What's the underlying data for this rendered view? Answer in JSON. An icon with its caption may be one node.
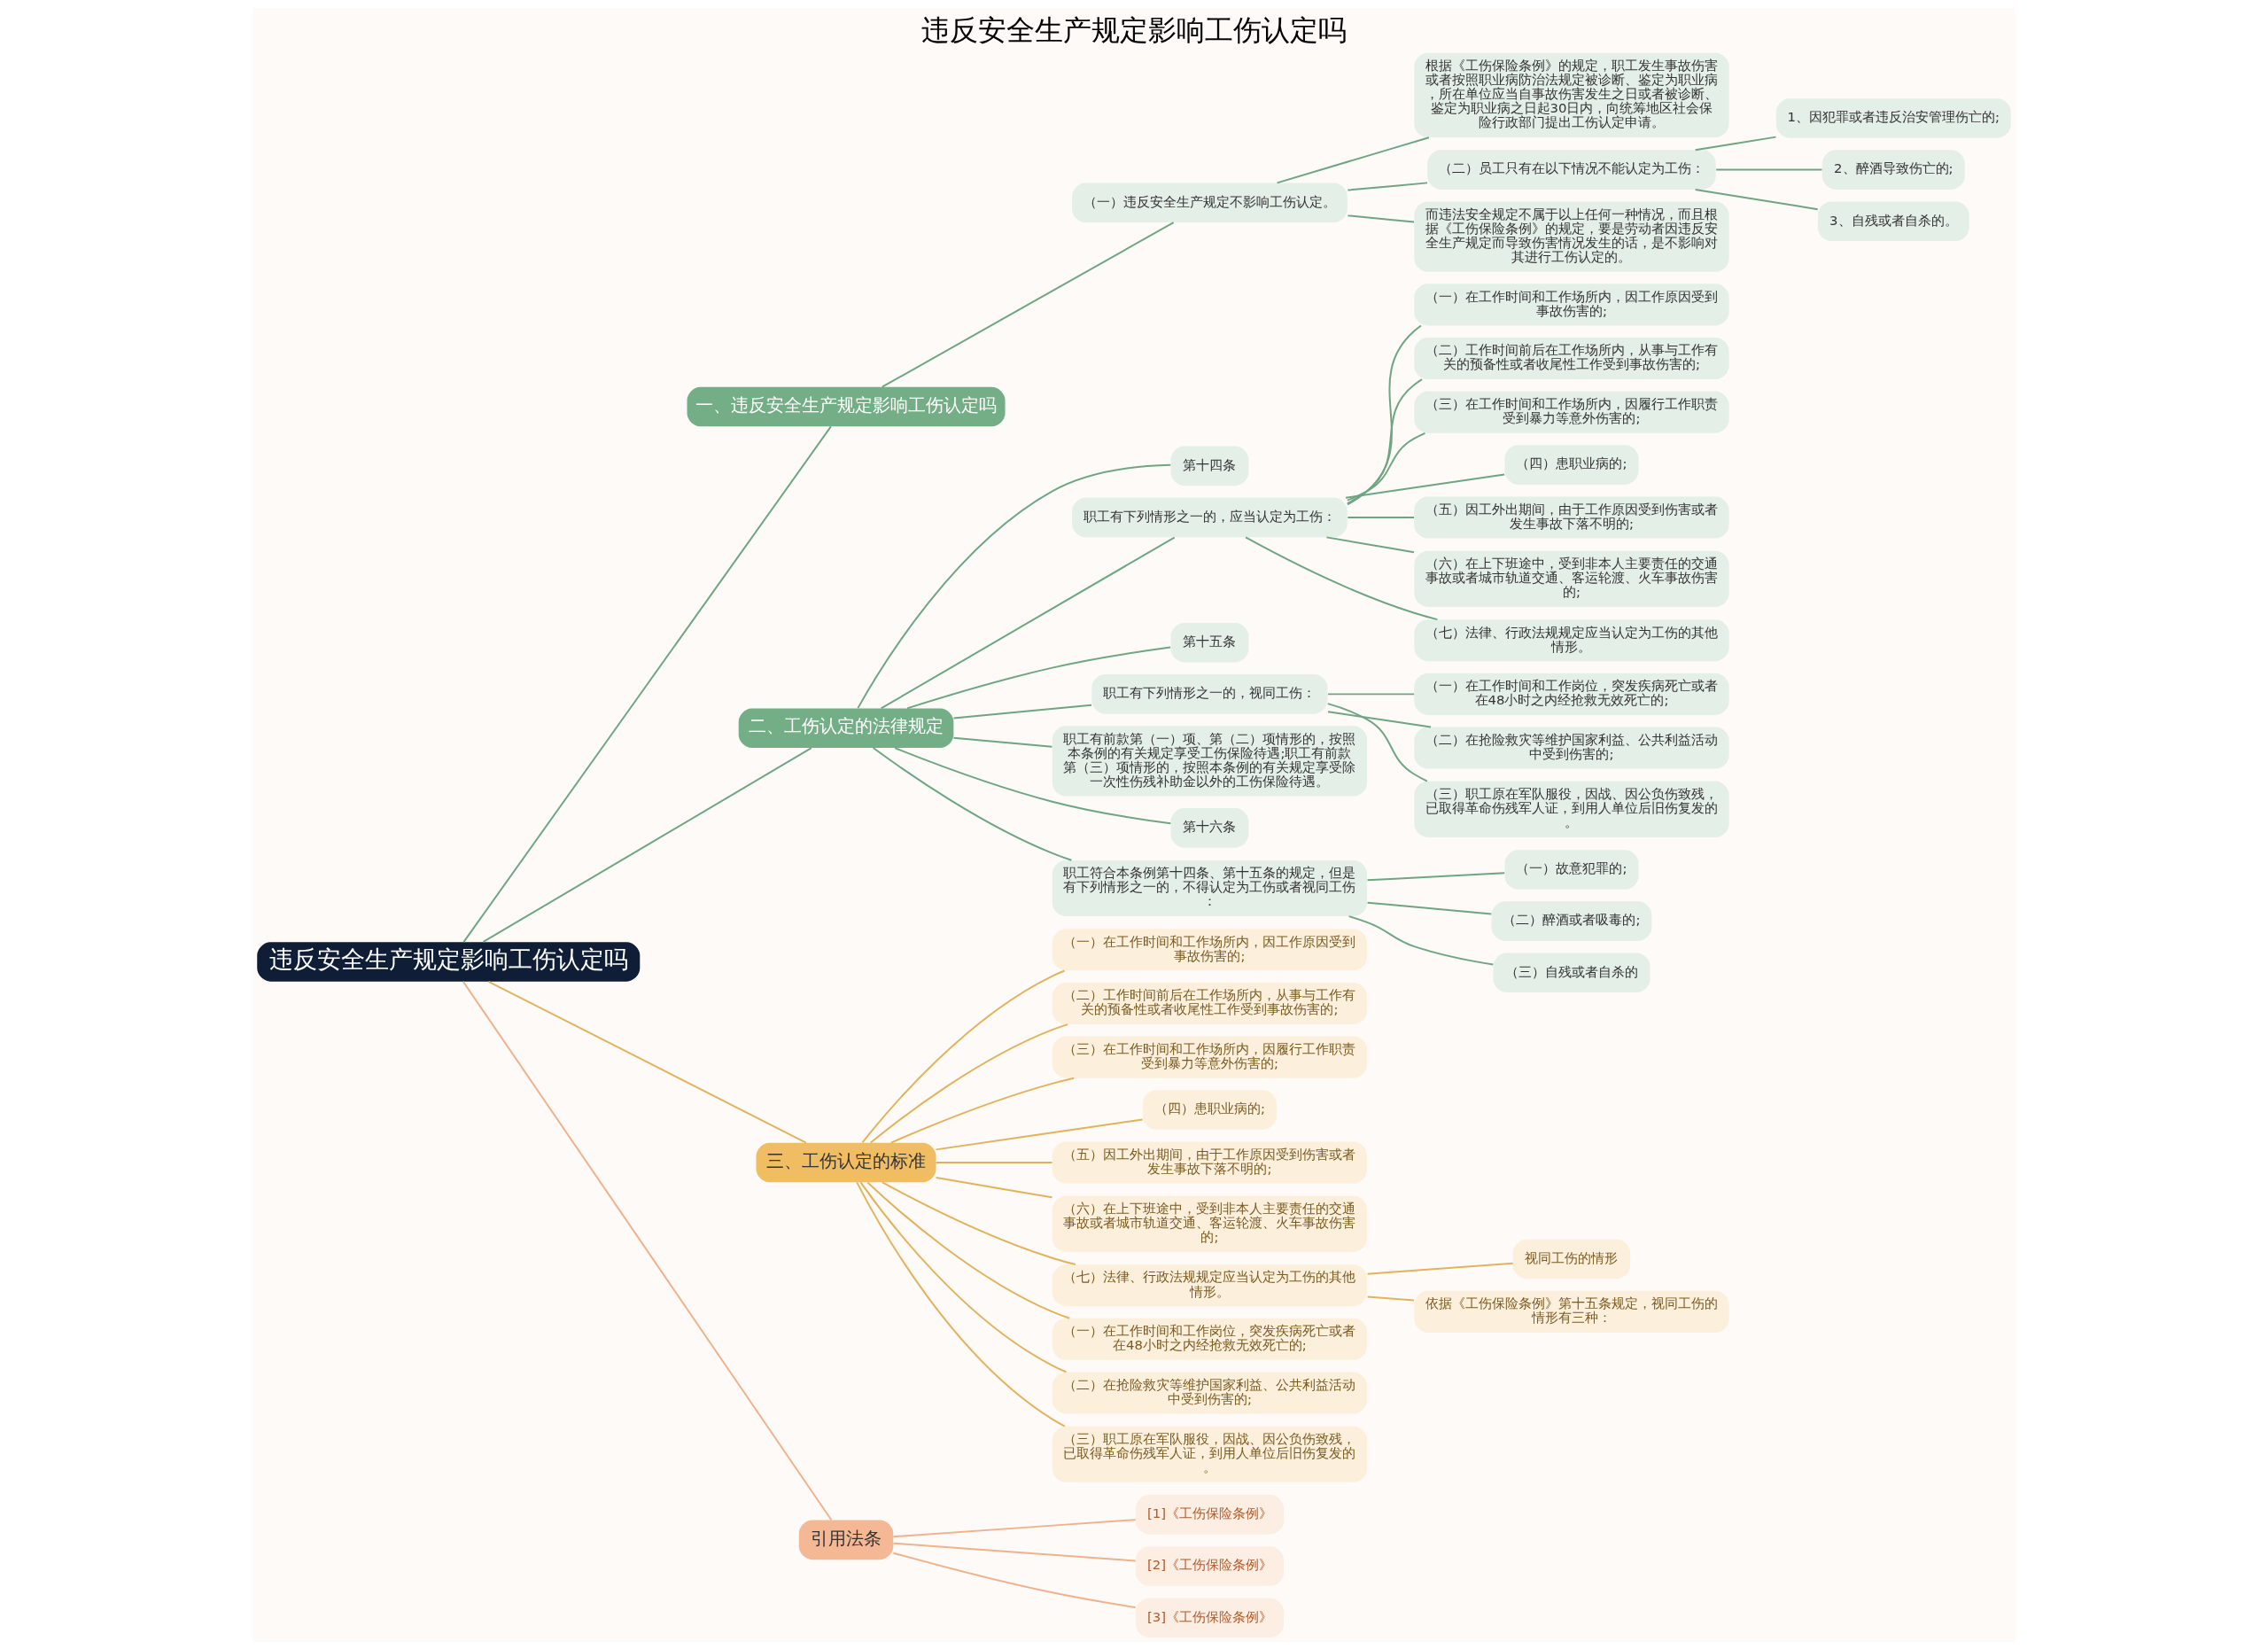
{
  "diagram": {
    "title": "违反安全生产规定影响工伤认定吗",
    "nodes": [
      {
        "text": [
          "违反安全生产规定影响工伤认定吗"
        ]
      },
      {
        "text": [
          "一、违反安全生产规定影响工伤认定吗"
        ]
      },
      {
        "text": [
          "（一）违反安全生产规定不影响工伤认定。"
        ]
      },
      {
        "text": [
          "根据《工伤保险条例》的规定，职工发生事故伤害或者按照职业病防治法规定被诊断、鉴定为职业病，所在单位应当自事故伤害发生之日或者被诊断、鉴定为职业病之日起30日内，向统筹地区社会保险行政部门提出工伤认定申请。"
        ]
      },
      {
        "text": [
          "（二）员工只有在以下情况不能认定为工伤："
        ]
      },
      {
        "text": [
          "1、因犯罪或者违反治安管理伤亡的;"
        ]
      },
      {
        "text": [
          "2、醉酒导致伤亡的;"
        ]
      },
      {
        "text": [
          "3、自残或者自杀的。"
        ]
      },
      {
        "text": [
          "而违法安全规定不属于以上任何一种情况，而且根据《工伤保险条例》的规定，要是劳动者因违反安全生产规定而导致伤害情况发生的话，是不影响对其进行工伤认定的。"
        ]
      },
      {
        "text": [
          "二、工伤认定的法律规定"
        ]
      },
      {
        "text": [
          "第十四条"
        ]
      },
      {
        "text": [
          "职工有下列情形之一的，应当认定为工伤："
        ]
      },
      {
        "text": [
          "（一）在工作时间和工作场所内，因工作原因受到事故伤害的;"
        ]
      },
      {
        "text": [
          "（二）工作时间前后在工作场所内，从事与工作有关的预备性或者收尾性工作受到事故伤害的;"
        ]
      },
      {
        "text": [
          "（三）在工作时间和工作场所内，因履行工作职责受到暴力等意外伤害的;"
        ]
      },
      {
        "text": [
          "（四）患职业病的;"
        ]
      },
      {
        "text": [
          "（五）因工外出期间，由于工作原因受到伤害或者发生事故下落不明的;"
        ]
      },
      {
        "text": [
          "（六）在上下班途中，受到非本人主要责任的交通事故或者城市轨道交通、客运轮渡、火车事故伤害的;"
        ]
      },
      {
        "text": [
          "（七）法律、行政法规规定应当认定为工伤的其他情形。"
        ]
      },
      {
        "text": [
          "第十五条"
        ]
      },
      {
        "text": [
          "职工有下列情形之一的，视同工伤："
        ]
      },
      {
        "text": [
          "（一）在工作时间和工作岗位，突发疾病死亡或者在48小时之内经抢救无效死亡的;"
        ]
      },
      {
        "text": [
          "（二）在抢险救灾等维护国家利益、公共利益活动中受到伤害的;"
        ]
      },
      {
        "text": [
          "（三）职工原在军队服役，因战、因公负伤致残，已取得革命伤残军人证，到用人单位后旧伤复发的。"
        ]
      },
      {
        "text": [
          "职工有前款第（一）项、第（二）项情形的，按照本条例的有关规定享受工伤保险待遇;职工有前款第（三）项情形的，按照本条例的有关规定享受除一次性伤残补助金以外的工伤保险待遇。"
        ]
      },
      {
        "text": [
          "第十六条"
        ]
      },
      {
        "text": [
          "职工符合本条例第十四条、第十五条的规定，但是有下列情形之一的，不得认定为工伤或者视同工伤："
        ]
      },
      {
        "text": [
          "（一）故意犯罪的;"
        ]
      },
      {
        "text": [
          "（二）醉酒或者吸毒的;"
        ]
      },
      {
        "text": [
          "（三）自残或者自杀的"
        ]
      },
      {
        "text": [
          "三、工伤认定的标准"
        ]
      },
      {
        "text": [
          "（一）在工作时间和工作场所内，因工作原因受到事故伤害的;"
        ]
      },
      {
        "text": [
          "（二）工作时间前后在工作场所内，从事与工作有关的预备性或者收尾性工作受到事故伤害的;"
        ]
      },
      {
        "text": [
          "（三）在工作时间和工作场所内，因履行工作职责受到暴力等意外伤害的;"
        ]
      },
      {
        "text": [
          "（四）患职业病的;"
        ]
      },
      {
        "text": [
          "（五）因工外出期间，由于工作原因受到伤害或者发生事故下落不明的;"
        ]
      },
      {
        "text": [
          "（六）在上下班途中，受到非本人主要责任的交通事故或者城市轨道交通、客运轮渡、火车事故伤害的;"
        ]
      },
      {
        "text": [
          "（七）法律、行政法规规定应当认定为工伤的其他情形。"
        ]
      },
      {
        "text": [
          "视同工伤的情形"
        ]
      },
      {
        "text": [
          "依据《工伤保险条例》第十五条规定，视同工伤的情形有三种："
        ]
      },
      {
        "text": [
          "（一）在工作时间和工作岗位，突发疾病死亡或者在48小时之内经抢救无效死亡的;"
        ]
      },
      {
        "text": [
          "（二）在抢险救灾等维护国家利益、公共利益活动中受到伤害的;"
        ]
      },
      {
        "text": [
          "（三）职工原在军队服役，因战、因公负伤致残，已取得革命伤残军人证，到用人单位后旧伤复发的。"
        ]
      },
      {
        "text": [
          "引用法条"
        ]
      },
      {
        "text": [
          "[1]《工伤保险条例》"
        ]
      },
      {
        "text": [
          "[2]《工伤保险条例》"
        ]
      },
      {
        "text": [
          "[3]《工伤保险条例》"
        ]
      }
    ],
    "edges": [
      {
        "from": 0,
        "to": 1,
        "arrow": "none"
      },
      {
        "from": 1,
        "to": 2,
        "arrow": "none"
      },
      {
        "from": 2,
        "to": 3,
        "arrow": "none"
      },
      {
        "from": 2,
        "to": 4,
        "arrow": "none"
      },
      {
        "from": 4,
        "to": 5,
        "arrow": "none"
      },
      {
        "from": 4,
        "to": 6,
        "arrow": "none"
      },
      {
        "from": 4,
        "to": 7,
        "arrow": "none"
      },
      {
        "from": 2,
        "to": 8,
        "arrow": "none"
      },
      {
        "from": 0,
        "to": 9,
        "arrow": "none"
      },
      {
        "from": 9,
        "to": 10,
        "arrow": "none"
      },
      {
        "from": 9,
        "to": 11,
        "arrow": "none"
      },
      {
        "from": 11,
        "to": 12,
        "arrow": "none"
      },
      {
        "from": 11,
        "to": 13,
        "arrow": "none"
      },
      {
        "from": 11,
        "to": 14,
        "arrow": "none"
      },
      {
        "from": 11,
        "to": 15,
        "arrow": "none"
      },
      {
        "from": 11,
        "to": 16,
        "arrow": "none"
      },
      {
        "from": 11,
        "to": 17,
        "arrow": "none"
      },
      {
        "from": 11,
        "to": 18,
        "arrow": "none"
      },
      {
        "from": 9,
        "to": 19,
        "arrow": "none"
      },
      {
        "from": 9,
        "to": 20,
        "arrow": "none"
      },
      {
        "from": 20,
        "to": 21,
        "arrow": "none"
      },
      {
        "from": 20,
        "to": 22,
        "arrow": "none"
      },
      {
        "from": 20,
        "to": 23,
        "arrow": "none"
      },
      {
        "from": 9,
        "to": 24,
        "arrow": "none"
      },
      {
        "from": 9,
        "to": 25,
        "arrow": "none"
      },
      {
        "from": 9,
        "to": 26,
        "arrow": "none"
      },
      {
        "from": 26,
        "to": 27,
        "arrow": "none"
      },
      {
        "from": 26,
        "to": 28,
        "arrow": "none"
      },
      {
        "from": 26,
        "to": 29,
        "arrow": "none"
      },
      {
        "from": 0,
        "to": 30,
        "arrow": "none",
        "color": "#e2b35c"
      },
      {
        "from": 30,
        "to": 31,
        "arrow": "none",
        "color": "#e2b35c"
      },
      {
        "from": 30,
        "to": 32,
        "arrow": "none",
        "color": "#e2b35c"
      },
      {
        "from": 30,
        "to": 33,
        "arrow": "none",
        "color": "#e2b35c"
      },
      {
        "from": 30,
        "to": 34,
        "arrow": "none",
        "color": "#e2b35c"
      },
      {
        "from": 30,
        "to": 35,
        "arrow": "none",
        "color": "#e2b35c"
      },
      {
        "from": 30,
        "to": 36,
        "arrow": "none",
        "color": "#e2b35c"
      },
      {
        "from": 30,
        "to": 37,
        "arrow": "none",
        "color": "#e2b35c"
      },
      {
        "from": 37,
        "to": 38,
        "arrow": "none",
        "color": "#e2b35c"
      },
      {
        "from": 37,
        "to": 39,
        "arrow": "none",
        "color": "#e2b35c"
      },
      {
        "from": 30,
        "to": 40,
        "arrow": "none",
        "color": "#e2b35c"
      },
      {
        "from": 30,
        "to": 41,
        "arrow": "none",
        "color": "#e2b35c"
      },
      {
        "from": 30,
        "to": 42,
        "arrow": "none",
        "color": "#e2b35c"
      },
      {
        "from": 0,
        "to": 43,
        "arrow": "none",
        "color": "#f0b28c"
      },
      {
        "from": 43,
        "to": 44,
        "arrow": "none",
        "color": "#f0b28c"
      },
      {
        "from": 43,
        "to": 45,
        "arrow": "none",
        "color": "#f0b28c"
      },
      {
        "from": 43,
        "to": 46,
        "arrow": "none",
        "color": "#f0b28c"
      }
    ]
  }
}
